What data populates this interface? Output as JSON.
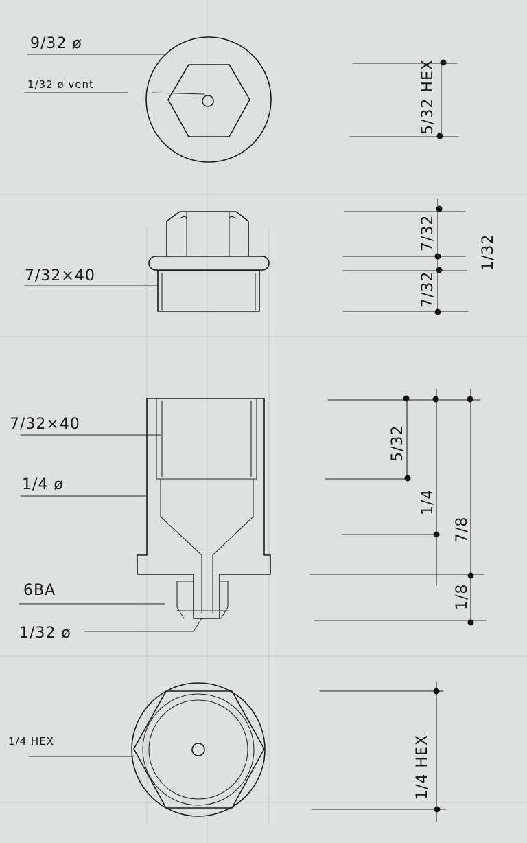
{
  "labels": {
    "hole_dia": "9/32 ø",
    "vent": "1/32 ø vent",
    "hex_top": "5/32 HEX",
    "thread_plug": "7/32×40",
    "plug_h1": "7/32",
    "plug_h2": "7/32",
    "plug_gap": "1/32",
    "thread_body": "7/32×40",
    "body_dia": "1/4 ø",
    "tip_thread": "6BA",
    "tip_hole": "1/32 ø",
    "dim_532": "5/32",
    "dim_14": "1/4",
    "dim_78": "7/8",
    "dim_18": "1/8",
    "hex_bottom_label": "1/4 HEX",
    "hex_bottom_dim": "1/4 HEX"
  }
}
